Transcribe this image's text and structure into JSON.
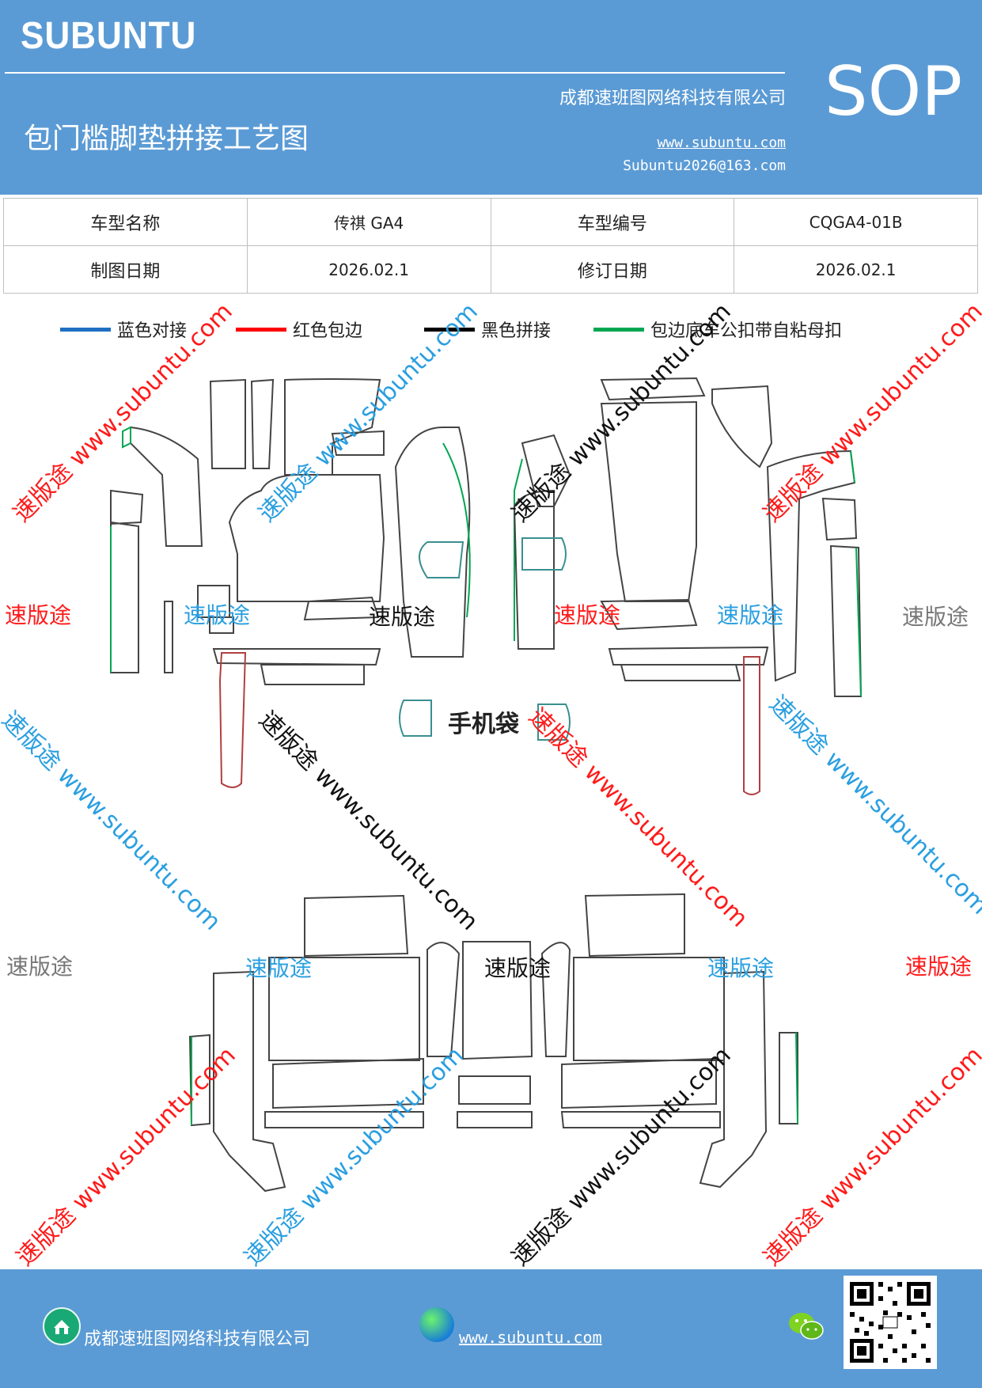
{
  "header": {
    "brand": "SUBUNTU",
    "company": "成都速班图网络科技有限公司",
    "title": "包门槛脚垫拼接工艺图",
    "website": "www.subuntu.com",
    "email": "Subuntu2026@163.com",
    "badge": "SOP"
  },
  "info_table": {
    "rows": [
      [
        "车型名称",
        "传祺 GA4",
        "车型编号",
        "CQGA4-01B"
      ],
      [
        "制图日期",
        "2026.02.1",
        "修订日期",
        "2026.02.1"
      ]
    ]
  },
  "legend": [
    {
      "label": "蓝色对接",
      "color": "#1f6fc2"
    },
    {
      "label": "红色包边",
      "color": "#ff0000"
    },
    {
      "label": "黑色拼接",
      "color": "#000000"
    },
    {
      "label": "包边底车公扣带自粘母扣",
      "color": "#00a651"
    }
  ],
  "watermarks": {
    "brand": "速版途",
    "diagonal": "速版途 www.subuntu.com"
  },
  "pocket_label": "手机袋",
  "footer": {
    "company": "成都速班图网络科技有限公司",
    "website": "www.subuntu.com"
  },
  "icons": [
    "home-icon",
    "globe-icon",
    "wechat-icon",
    "qr-code"
  ]
}
